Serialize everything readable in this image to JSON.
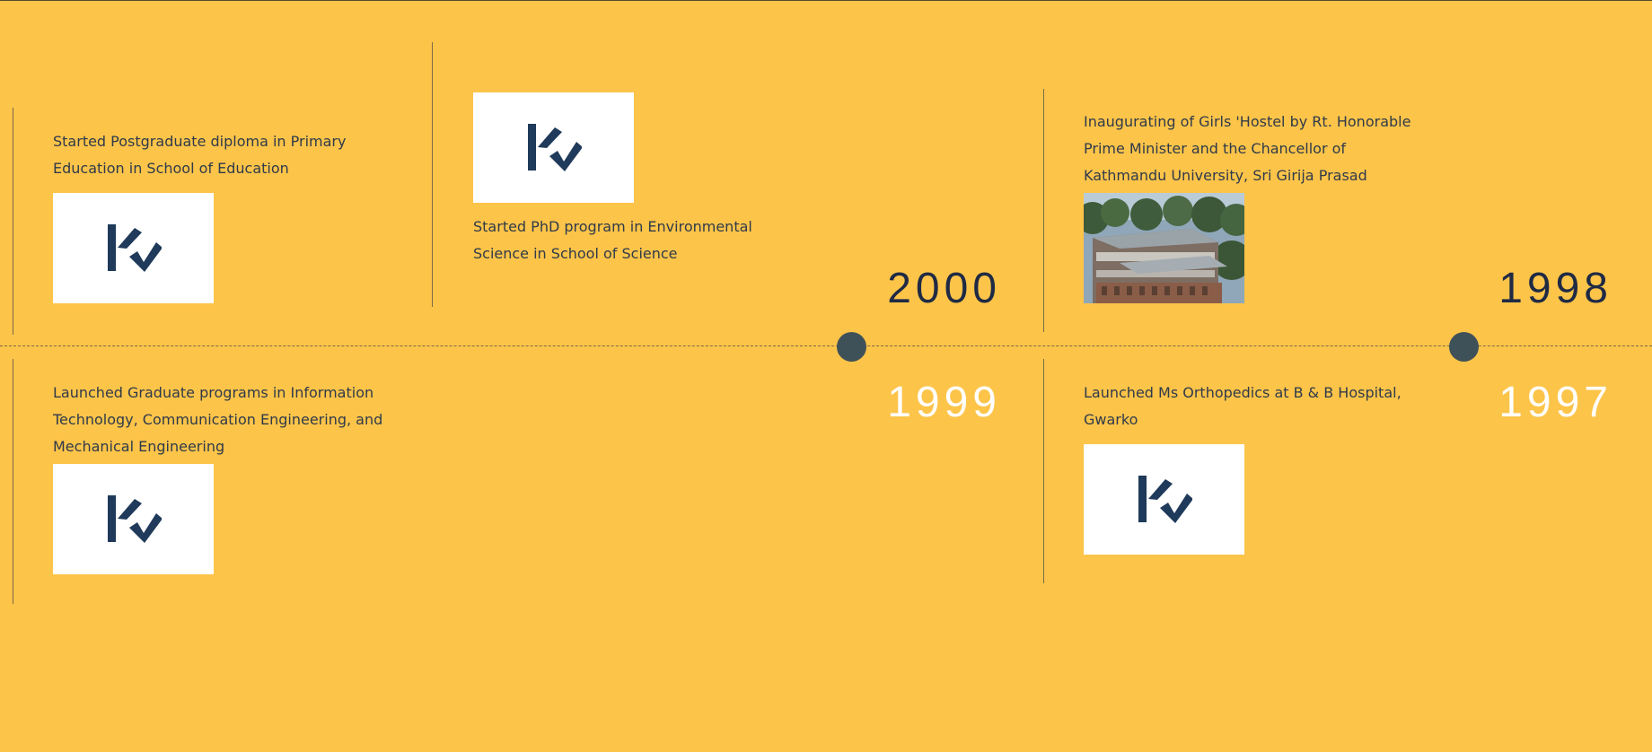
{
  "colors": {
    "background": "#FCC449",
    "dark_text": "#1f2a44",
    "dot": "#3f5158",
    "logo_navy": "#1f3a5a"
  },
  "logo": {
    "icon": "k-logo-icon"
  },
  "events": [
    {
      "id": "col1-top",
      "description": "Started Postgraduate diploma in Primary Education in School of Education",
      "image": "k-logo"
    },
    {
      "id": "col1-bottom",
      "description": "Launched Graduate programs in Information Technology, Communication Engineering, and Mechanical Engineering",
      "image": "k-logo"
    },
    {
      "id": "col2-top",
      "description": "Started PhD program in Environmental Science in School of Science",
      "image": "k-logo"
    },
    {
      "id": "col3-top",
      "description": "Inaugurating of Girls 'Hostel by Rt. Honorable Prime Minister and the Chancellor of Kathmandu University, Sri Girija Prasad",
      "image": "hostel-building-photo"
    },
    {
      "id": "col3-bottom",
      "description": "Launched Ms Orthopedics at B & B Hospital, Gwarko",
      "image": "k-logo"
    }
  ],
  "years": {
    "y2000": "2000",
    "y1999": "1999",
    "y1998": "1998",
    "y1997": "1997"
  }
}
